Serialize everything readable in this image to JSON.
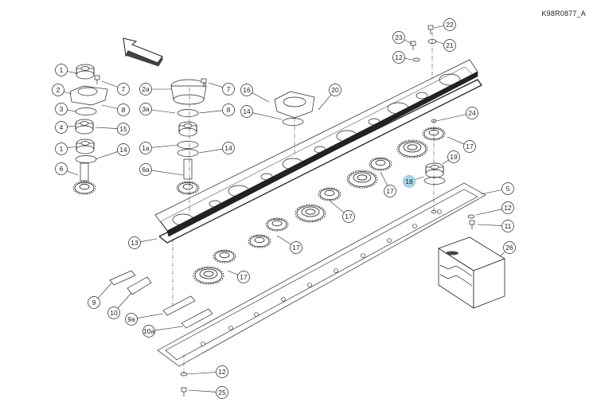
{
  "drawing": {
    "code": "K98R0877_A",
    "highlight_color": "#a8d8e8"
  },
  "callouts": [
    {
      "label": "1"
    },
    {
      "label": "2"
    },
    {
      "label": "3"
    },
    {
      "label": "4"
    },
    {
      "label": "1"
    },
    {
      "label": "6"
    },
    {
      "label": "7"
    },
    {
      "label": "8"
    },
    {
      "label": "15"
    },
    {
      "label": "14"
    },
    {
      "label": "2a"
    },
    {
      "label": "3a"
    },
    {
      "label": "1a"
    },
    {
      "label": "6a"
    },
    {
      "label": "7"
    },
    {
      "label": "8"
    },
    {
      "label": "14"
    },
    {
      "label": "16"
    },
    {
      "label": "14"
    },
    {
      "label": "20"
    },
    {
      "label": "23"
    },
    {
      "label": "12"
    },
    {
      "label": "22"
    },
    {
      "label": "21"
    },
    {
      "label": "24"
    },
    {
      "label": "17"
    },
    {
      "label": "19"
    },
    {
      "label": "18"
    },
    {
      "label": "17"
    },
    {
      "label": "17"
    },
    {
      "label": "5"
    },
    {
      "label": "12"
    },
    {
      "label": "11"
    },
    {
      "label": "13"
    },
    {
      "label": "17"
    },
    {
      "label": "17"
    },
    {
      "label": "26"
    },
    {
      "label": "9"
    },
    {
      "label": "10"
    },
    {
      "label": "9a"
    },
    {
      "label": "10a"
    },
    {
      "label": "12"
    },
    {
      "label": "25"
    }
  ]
}
